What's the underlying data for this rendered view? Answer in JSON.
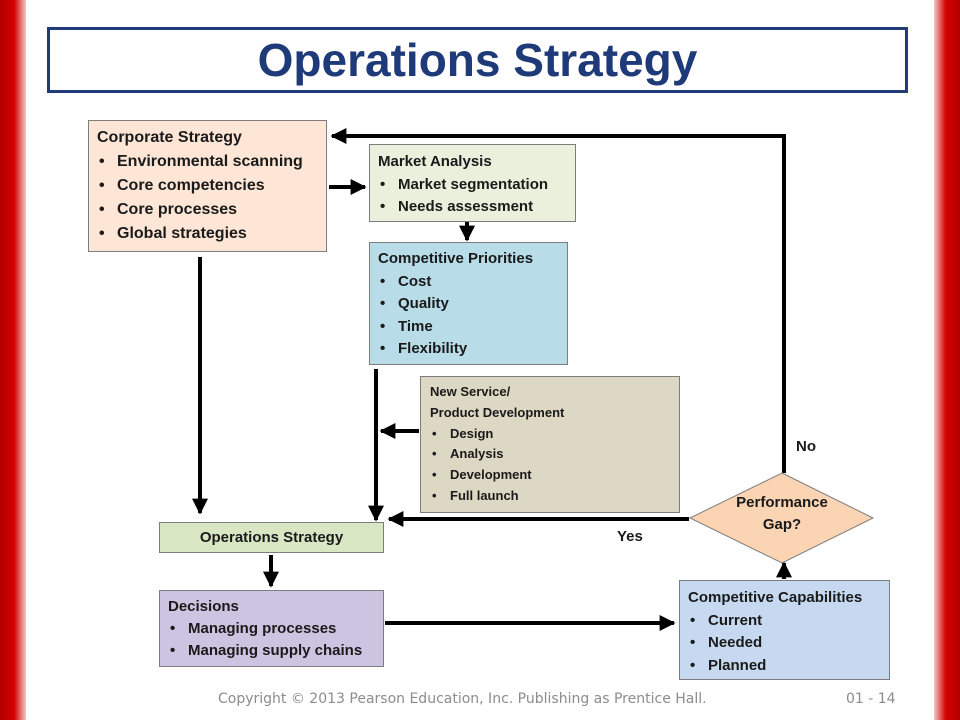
{
  "title": "Operations Strategy",
  "boxes": {
    "corporate": {
      "heading": "Corporate Strategy",
      "items": [
        "Environmental scanning",
        "Core competencies",
        "Core processes",
        "Global strategies"
      ]
    },
    "market": {
      "heading": "Market Analysis",
      "items": [
        "Market segmentation",
        "Needs assessment"
      ]
    },
    "priorities": {
      "heading": "Competitive Priorities",
      "items": [
        "Cost",
        "Quality",
        "Time",
        "Flexibility"
      ]
    },
    "new_service": {
      "heading_line1": "New Service/",
      "heading_line2": "Product Development",
      "items": [
        "Design",
        "Analysis",
        "Development",
        "Full launch"
      ]
    },
    "operations": {
      "label": "Operations Strategy"
    },
    "decisions": {
      "heading": "Decisions",
      "items": [
        "Managing processes",
        "Managing supply chains"
      ]
    },
    "capabilities": {
      "heading": "Competitive Capabilities",
      "items": [
        "Current",
        "Needed",
        "Planned"
      ]
    },
    "gap": {
      "line1": "Performance",
      "line2": "Gap?"
    }
  },
  "edge_labels": {
    "no": "No",
    "yes": "Yes"
  },
  "colors": {
    "frame": "#cc0000",
    "title": "#1f3a78",
    "corporate": "#fde6d6",
    "market": "#ebf0dd",
    "priorities": "#b8dce8",
    "new_service": "#ddd8c3",
    "operations": "#d9e6c4",
    "decisions": "#ccc4e0",
    "capabilities": "#c7d9f0",
    "gap": "#fbd4b4"
  },
  "footer": {
    "copyright": "Copyright © 2013 Pearson Education, Inc. Publishing as Prentice Hall.",
    "page": "01 - 14"
  }
}
